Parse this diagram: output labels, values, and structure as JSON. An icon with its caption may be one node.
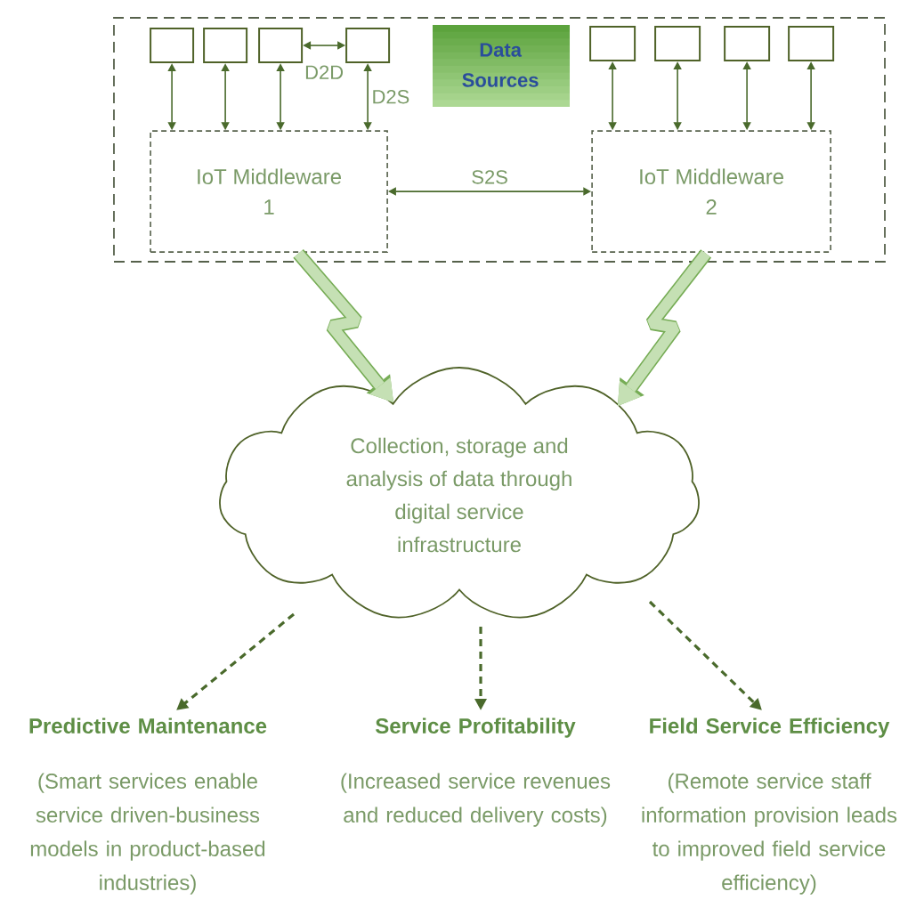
{
  "diagram": {
    "nodes": [
      {
        "text": [],
        "shape": "box"
      },
      {
        "text": [],
        "shape": "box",
        "in": 0
      },
      {
        "text": [],
        "shape": "box",
        "in": 0
      },
      {
        "text": [],
        "shape": "box",
        "in": 0
      },
      {
        "text": [],
        "shape": "box",
        "in": 0
      },
      {
        "text": [
          "Data Sources"
        ],
        "in": 0
      },
      {
        "text": [],
        "shape": "box",
        "in": 0
      },
      {
        "text": [],
        "shape": "box",
        "in": 0
      },
      {
        "text": [],
        "shape": "box",
        "in": 0
      },
      {
        "text": [],
        "shape": "box",
        "in": 0
      },
      {
        "text": [
          "IoT Middleware 1"
        ],
        "in": 0
      },
      {
        "text": [
          "IoT Middleware 2"
        ],
        "in": 0
      },
      {
        "text": [
          "Collection, storage and analysis of data through digital service infrastructure"
        ]
      },
      {
        "text": [
          "Predictive Maintenance",
          "(Smart services enable service driven-business models in product-based industries)"
        ]
      },
      {
        "text": [
          "Service Profitability",
          "(Increased service revenues and reduced delivery costs)"
        ]
      },
      {
        "text": [
          "Field Service Efficiency",
          "(Remote service staff information provision leads to improved field service efficiency)"
        ]
      }
    ],
    "edges": [
      {
        "from": 1,
        "to": 10,
        "arrow": "both"
      },
      {
        "from": 2,
        "to": 10,
        "arrow": "both"
      },
      {
        "from": 3,
        "to": 10,
        "arrow": "both"
      },
      {
        "from": 3,
        "to": 4,
        "arrow": "both",
        "label": "D2D"
      },
      {
        "from": 4,
        "to": 10,
        "arrow": "both",
        "label": "D2S"
      },
      {
        "from": 6,
        "to": 11,
        "arrow": "both"
      },
      {
        "from": 7,
        "to": 11,
        "arrow": "both"
      },
      {
        "from": 8,
        "to": 11,
        "arrow": "both"
      },
      {
        "from": 9,
        "to": 11,
        "arrow": "both"
      },
      {
        "from": 10,
        "to": 11,
        "arrow": "both",
        "label": "S2S"
      },
      {
        "from": 10,
        "to": 12,
        "arrow": "to",
        "style": "thick",
        "color": "#c5e0b4"
      },
      {
        "from": 11,
        "to": 12,
        "arrow": "to",
        "style": "thick",
        "color": "#c5e0b4"
      },
      {
        "from": 12,
        "to": 13,
        "arrow": "to",
        "style": "dashed"
      },
      {
        "from": 12,
        "to": 14,
        "arrow": "to",
        "style": "dashed"
      },
      {
        "from": 12,
        "to": 15,
        "arrow": "to",
        "style": "dashed"
      }
    ]
  }
}
